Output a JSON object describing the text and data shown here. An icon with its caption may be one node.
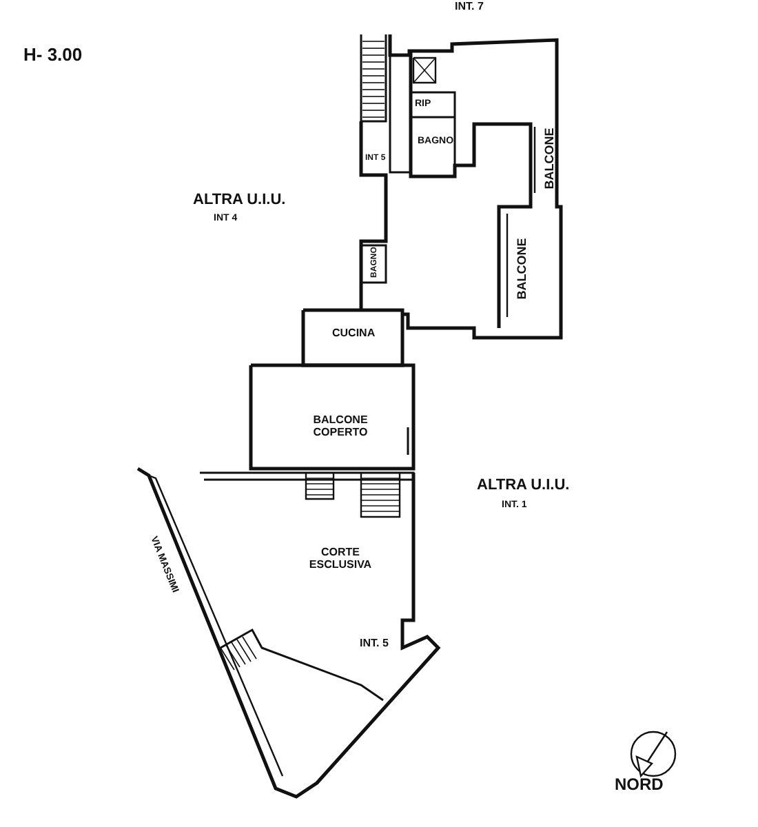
{
  "diagram": {
    "labels": [
      "INT. 7",
      "H- 3.00",
      "RIP",
      "BAGNO",
      "INT 5",
      "ALTRA U.I.U.",
      "INT 4",
      "BALCONE",
      "BAGNO",
      "BALCONE",
      "CUCINA",
      "BALCONE COPERTO",
      "ALTRA U.I.U.",
      "INT. 1",
      "VIA MASSIMI",
      "CORTE ESCLUSIVA",
      "INT. 5",
      "NORD"
    ]
  }
}
